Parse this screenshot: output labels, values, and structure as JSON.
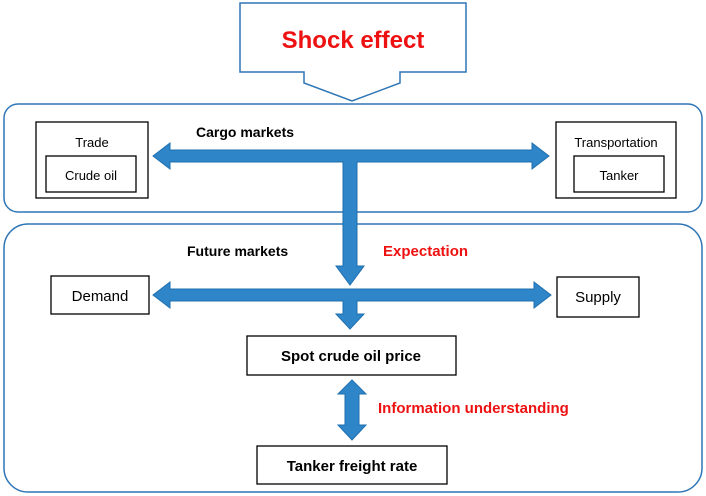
{
  "shock": {
    "label": "Shock effect"
  },
  "cargo": {
    "title": "Cargo markets",
    "trade": {
      "label": "Trade",
      "inner": "Crude oil"
    },
    "transportation": {
      "label": "Transportation",
      "inner": "Tanker"
    }
  },
  "future": {
    "title": "Future markets",
    "expectation": "Expectation",
    "demand": "Demand",
    "supply": "Supply",
    "spot_price": "Spot crude oil price",
    "information": "Information understanding",
    "freight_rate": "Tanker freight rate"
  },
  "colors": {
    "arrow": "#2e86c8",
    "arrow_stroke": "#1f6fae",
    "panel_border": "#2e75b6",
    "highlight_text": "#ee1111"
  }
}
